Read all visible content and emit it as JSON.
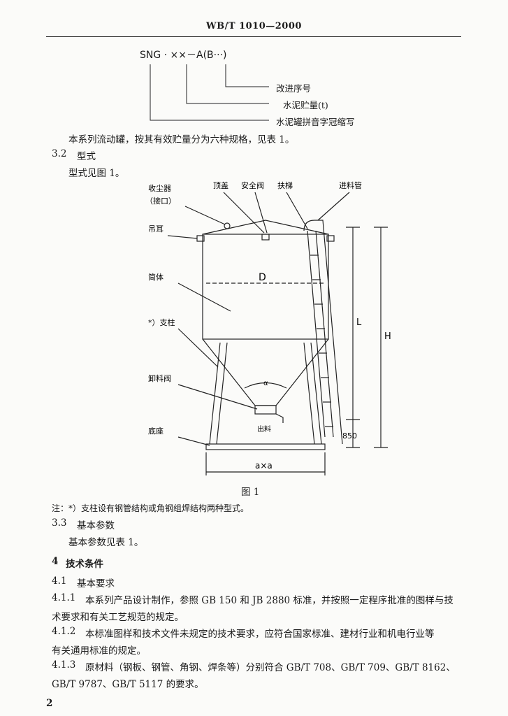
{
  "header": {
    "doc_code": "WB/T 1010—2000"
  },
  "model_code": {
    "code": "SNG · ××－A(B···)",
    "labels": [
      "改进序号",
      "水泥贮量(t)",
      "水泥罐拼音字冠缩写"
    ]
  },
  "para_series": "本系列流动罐，按其有效贮量分为六种规格，见表 1。",
  "sec_3_2": {
    "num": "3.2",
    "title": "型式",
    "text": "型式见图 1。"
  },
  "figure": {
    "labels": {
      "dust": "收尘器",
      "dust_port": "（接口）",
      "top_cover": "顶盖",
      "safety_valve": "安全阀",
      "handrail": "扶梯",
      "feed_pipe": "进料管",
      "lug": "吊耳",
      "body": "简体",
      "column": "*）支柱",
      "discharge_valve": "卸料阀",
      "base": "底座",
      "dim_d": "D",
      "dim_l": "L",
      "dim_h": "H",
      "dim_850": "850",
      "dim_axa": "a×a",
      "alpha": "α",
      "outlet": "出料"
    },
    "caption": "图 1",
    "note": "注：*）支柱设有钢管结构或角钢组焊结构两种型式。"
  },
  "sec_3_3": {
    "num": "3.3",
    "title": "基本参数",
    "text": "基本参数见表 1。"
  },
  "sec_4": {
    "num": "4",
    "title": "技术条件"
  },
  "sec_4_1": {
    "num": "4.1",
    "title": "基本要求"
  },
  "p_4_1_1": {
    "num": "4.1.1",
    "line1": "本系列产品设计制作，参照 GB 150 和 JB 2880 标准，并按照一定程序批准的图样与技",
    "line2": "术要求和有关工艺规范的规定。"
  },
  "p_4_1_2": {
    "num": "4.1.2",
    "line1": "本标准图样和技术文件未规定的技术要求，应符合国家标准、建材行业和机电行业等",
    "line2": "有关通用标准的规定。"
  },
  "p_4_1_3": {
    "num": "4.1.3",
    "line1": "原材料（钢板、钢管、角钢、焊条等）分别符合 GB/T 708、GB/T 709、GB/T 8162、",
    "line2": "GB/T 9787、GB/T 5117 的要求。"
  },
  "page_number": "2"
}
